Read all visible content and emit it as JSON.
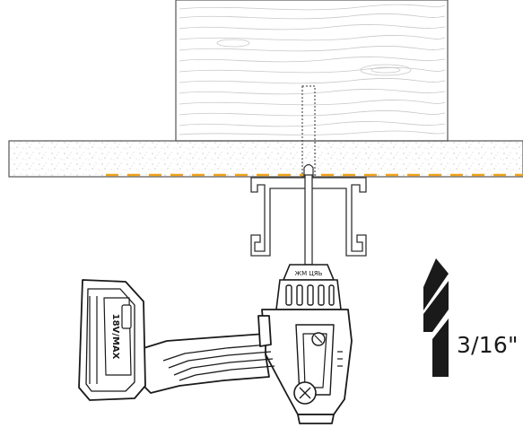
{
  "drill_bit": {
    "size_label": "3/16\"",
    "icon": "drill-bit-icon"
  },
  "battery": {
    "voltage_text": "18V/MAX"
  },
  "chuck": {
    "marking_text": "ЖМ ЦЯЬ"
  },
  "colors": {
    "ink": "#1a1a1a",
    "outline": "#555555",
    "adhesive_line": "#f0a31b",
    "wood_grain": "#c8c8c8",
    "ceiling_fill": "#ffffff"
  }
}
